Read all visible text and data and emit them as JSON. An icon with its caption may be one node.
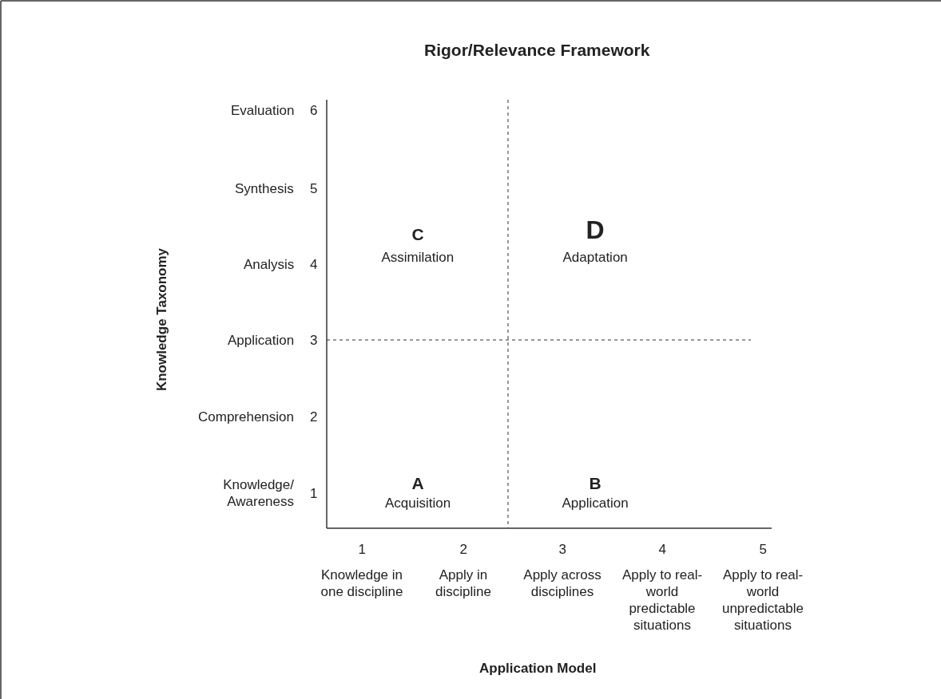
{
  "diagram": {
    "title": "Rigor/Relevance Framework",
    "labels": [
      "Knowledge Taxonomy",
      "Evaluation",
      "6",
      "Synthesis",
      "5",
      "C",
      "D",
      "Assimilation",
      "Adaptation",
      "Analysis",
      "4",
      "Application",
      "3",
      "Comprehension",
      "2",
      "A",
      "B",
      "Acquisition",
      "Application",
      "Knowledge/ Awareness",
      "1",
      "1",
      "2",
      "3",
      "4",
      "5",
      "Knowledge in one discipline",
      "Apply in discipline",
      "Apply across disciplines",
      "Apply to real-world predictable situations",
      "Apply to real-world unpredictable situations",
      "Application Model"
    ]
  }
}
